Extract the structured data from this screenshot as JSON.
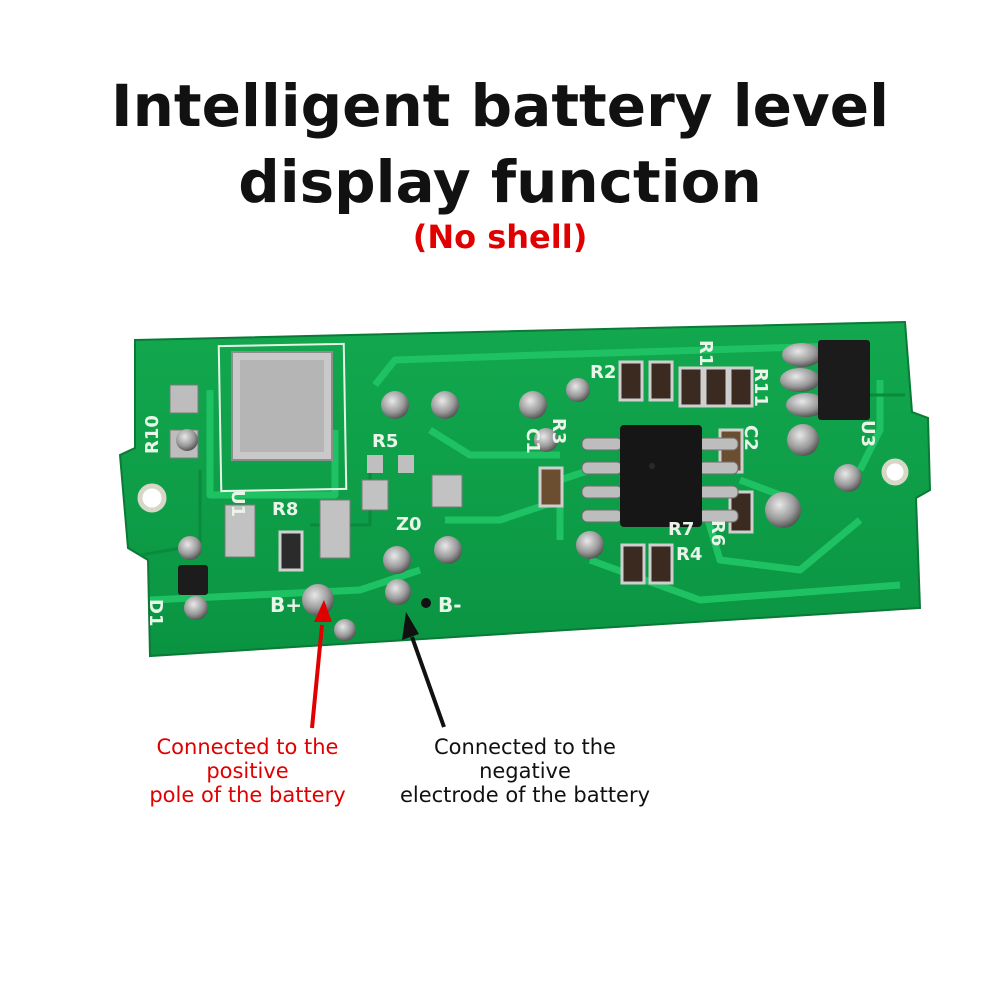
{
  "title": {
    "line1": "Intelligent battery level",
    "line2": "display function"
  },
  "subtitle": "(No shell)",
  "board": {
    "labels": {
      "r10": "R10",
      "u1": "U1",
      "r5": "R5",
      "r8": "R8",
      "z0": "Z0",
      "d1": "D1",
      "bplus": "B+",
      "bminus": "B-",
      "r2": "R2",
      "r1": "R1",
      "r11": "R11",
      "u3": "U3",
      "r3": "R3",
      "c2": "C2",
      "r7": "R7",
      "r4": "R4",
      "r6": "R6",
      "c1": "C1"
    }
  },
  "annotations": {
    "positive": {
      "text": "Connected to the\npositive\npole of the battery",
      "color": "#e10000"
    },
    "negative": {
      "text": "Connected to the\nnegative\nelectrode of the battery",
      "color": "#111111"
    }
  }
}
